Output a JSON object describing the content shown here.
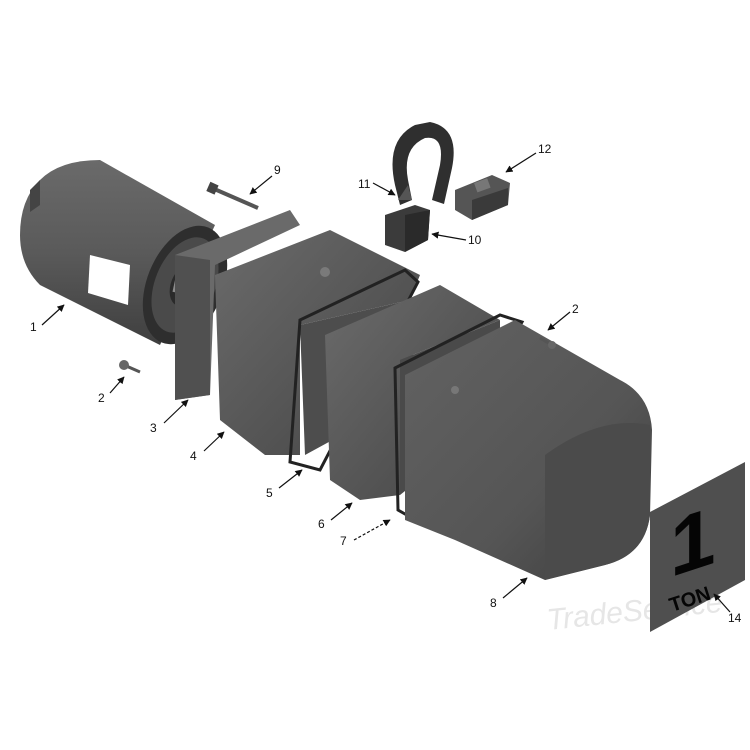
{
  "diagram": {
    "colors": {
      "part_fill": "#5a5a5a",
      "part_dark": "#3a3a3a",
      "part_light": "#7a7a7a",
      "background": "#ffffff",
      "text": "#111111"
    },
    "callouts": [
      {
        "id": "c1",
        "label": "1"
      },
      {
        "id": "c2a",
        "label": "2"
      },
      {
        "id": "c2b",
        "label": "2"
      },
      {
        "id": "c3",
        "label": "3"
      },
      {
        "id": "c4",
        "label": "4"
      },
      {
        "id": "c5",
        "label": "5"
      },
      {
        "id": "c6",
        "label": "6"
      },
      {
        "id": "c7",
        "label": "7"
      },
      {
        "id": "c8",
        "label": "8"
      },
      {
        "id": "c9",
        "label": "9"
      },
      {
        "id": "c10",
        "label": "10"
      },
      {
        "id": "c11",
        "label": "11"
      },
      {
        "id": "c12",
        "label": "12"
      },
      {
        "id": "c14",
        "label": "14"
      }
    ],
    "capacity_label": {
      "number": "1",
      "unit": "TON"
    },
    "watermark": "TradeService"
  }
}
